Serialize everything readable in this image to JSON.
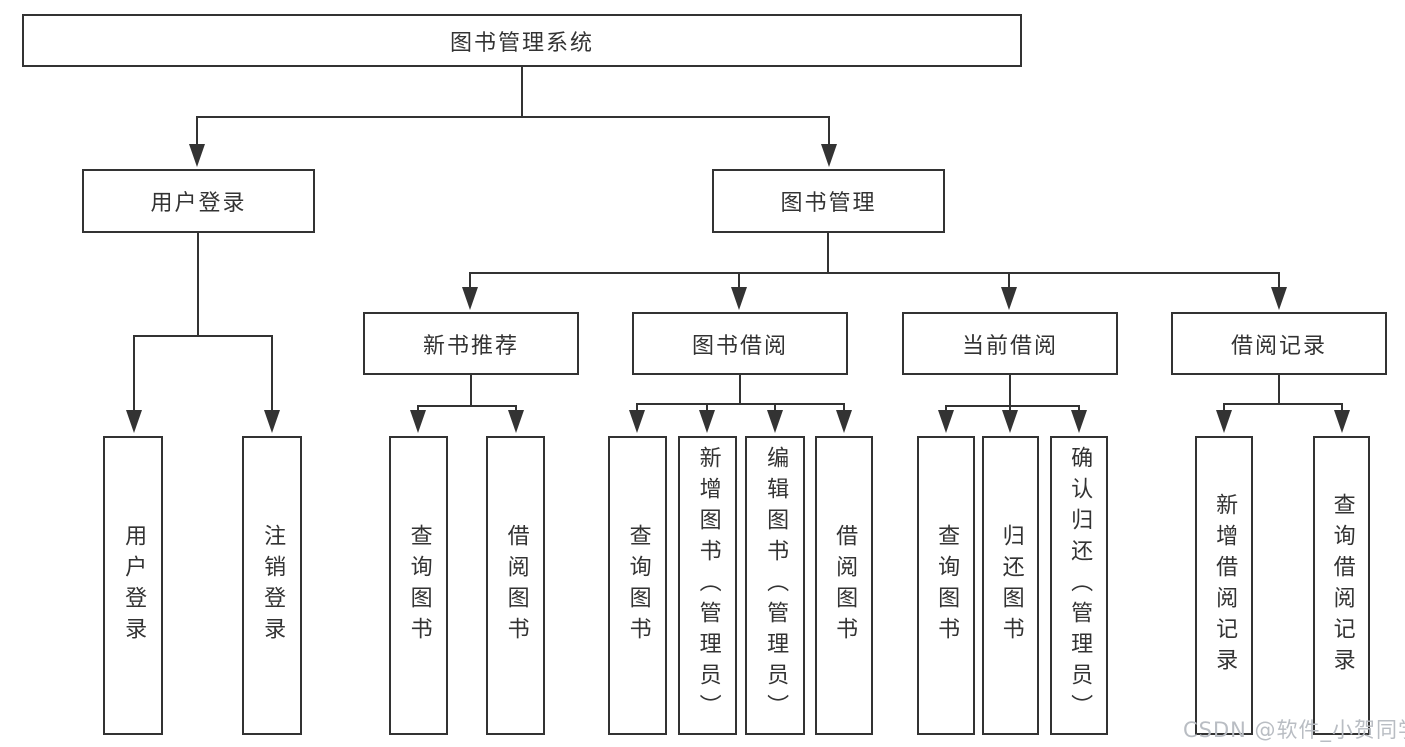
{
  "colors": {
    "background": "#ffffff",
    "line": "#333333",
    "box_border": "#333333",
    "text": "#333333",
    "watermark": "#b9bdc3"
  },
  "watermark": {
    "text": "CSDN @软件_小贺同学"
  },
  "tree": {
    "label": "图书管理系统",
    "children": [
      {
        "label": "用户登录",
        "children": [
          {
            "label": "用户登录"
          },
          {
            "label": "注销登录"
          }
        ]
      },
      {
        "label": "图书管理",
        "children": [
          {
            "label": "新书推荐",
            "children": [
              {
                "label": "查询图书"
              },
              {
                "label": "借阅图书"
              }
            ]
          },
          {
            "label": "图书借阅",
            "children": [
              {
                "label": "查询图书"
              },
              {
                "label": "新增图书（管理员）"
              },
              {
                "label": "编辑图书（管理员）"
              },
              {
                "label": "借阅图书"
              }
            ]
          },
          {
            "label": "当前借阅",
            "children": [
              {
                "label": "查询图书"
              },
              {
                "label": "归还图书"
              },
              {
                "label": "确认归还（管理员）"
              }
            ]
          },
          {
            "label": "借阅记录",
            "children": [
              {
                "label": "新增借阅记录"
              },
              {
                "label": "查询借阅记录"
              }
            ]
          }
        ]
      }
    ]
  }
}
